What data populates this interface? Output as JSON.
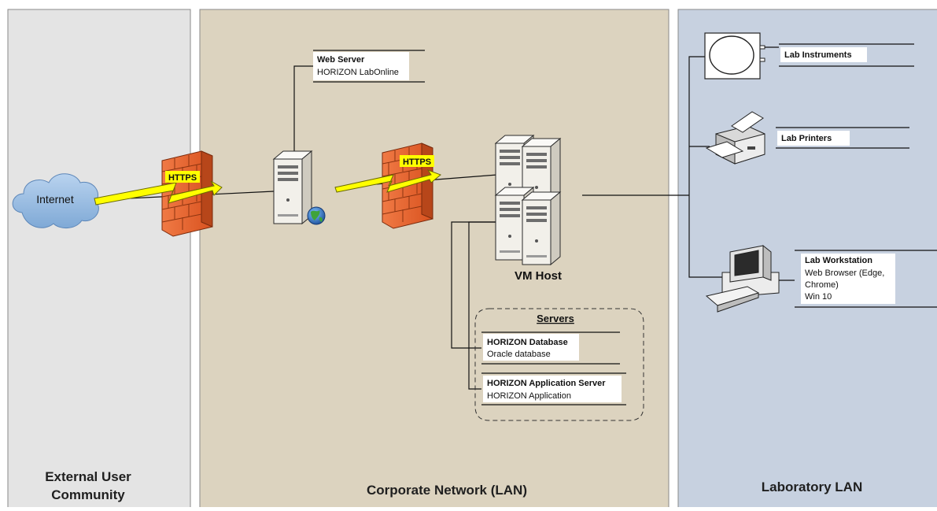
{
  "zones": {
    "external": {
      "title_line1": "External User",
      "title_line2": "Community",
      "fill": "#e4e4e4"
    },
    "corporate": {
      "title": "Corporate Network (LAN)",
      "fill": "#dcd3bf"
    },
    "laboratory": {
      "title": "Laboratory LAN",
      "fill": "#c7d1e0"
    }
  },
  "nodes": {
    "internet": {
      "label": "Internet",
      "icon": "cloud-icon"
    },
    "firewall_left": {
      "label": "HTTPS",
      "icon": "firewall-icon"
    },
    "firewall_right": {
      "label": "HTTPS",
      "icon": "firewall-icon"
    },
    "web_server": {
      "title": "Web Server",
      "subtitle": "HORIZON LabOnline",
      "icon": "web-server-icon"
    },
    "vm_host": {
      "label": "VM Host",
      "icon": "server-cluster-icon"
    },
    "servers_group": {
      "title": "Servers",
      "items": [
        {
          "title": "HORIZON Database",
          "subtitle": "Oracle database"
        },
        {
          "title": "HORIZON Application Server",
          "subtitle": "HORIZON Application"
        }
      ]
    },
    "lab_instruments": {
      "title": "Lab Instruments",
      "icon": "lab-instrument-icon"
    },
    "lab_printers": {
      "title": "Lab Printers",
      "icon": "printer-icon"
    },
    "lab_workstation": {
      "title": "Lab Workstation",
      "lines": [
        "Web Browser (Edge,",
        "Chrome)",
        "Win 10"
      ],
      "icon": "workstation-icon"
    }
  },
  "colors": {
    "firewall": "#e8602c",
    "lightning": "#ffff00",
    "cloud": "#8fb6df",
    "globe": "#2f6fb8"
  }
}
